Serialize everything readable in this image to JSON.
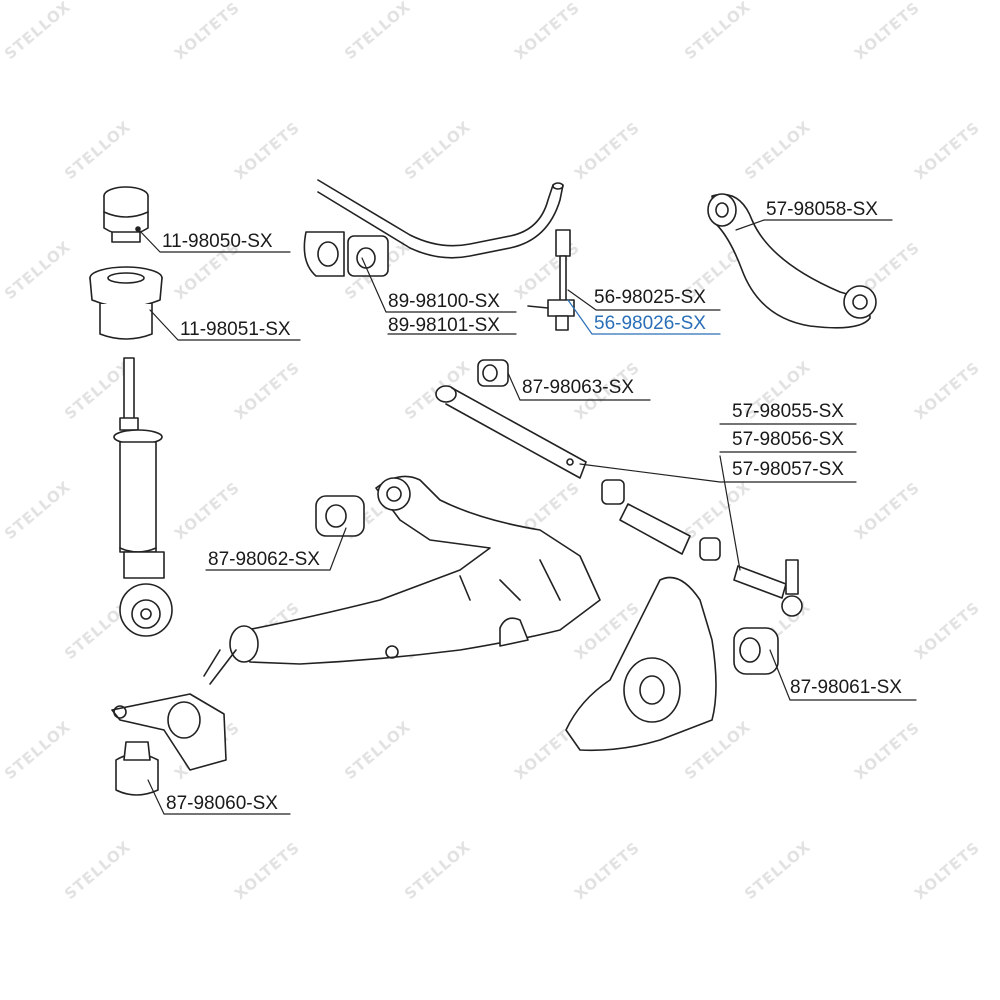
{
  "diagram": {
    "watermarks": [
      "STELLOX",
      "XOLTETS"
    ],
    "highlight_color": "#2a6fb8",
    "labels": {
      "p11_98050": "11-98050-SX",
      "p11_98051": "11-98051-SX",
      "p89_98100": "89-98100-SX",
      "p89_98101": "89-98101-SX",
      "p56_98025": "56-98025-SX",
      "p56_98026": "56-98026-SX",
      "p57_98058": "57-98058-SX",
      "p87_98063": "87-98063-SX",
      "p57_98055": "57-98055-SX",
      "p57_98056": "57-98056-SX",
      "p57_98057": "57-98057-SX",
      "p87_98062": "87-98062-SX",
      "p87_98061": "87-98061-SX",
      "p87_98060": "87-98060-SX"
    }
  }
}
